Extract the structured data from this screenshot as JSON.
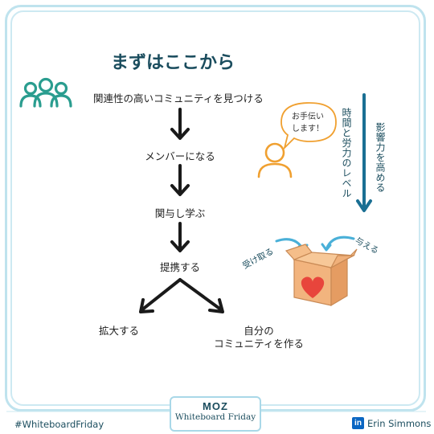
{
  "title": "まずはここから",
  "steps": {
    "find": "関連性の高いコミュニティを見つける",
    "member": "メンバーになる",
    "learn": "関与し学ぶ",
    "contribute": "提携する",
    "expand": "拡大する",
    "own_line1": "自分の",
    "own_line2": "コミュニティを作る"
  },
  "bubble": {
    "line1": "お手伝い",
    "line2": "します！"
  },
  "vertical": {
    "time_effort": "時間と労力のレベル",
    "influence": "影響力を高める"
  },
  "box": {
    "receive": "受け取る",
    "give": "与える"
  },
  "footer": {
    "hashtag": "#WhiteboardFriday",
    "author": "Erin Simmons",
    "linkedin": "in",
    "brand": "MOZ",
    "series": "Whiteboard Friday"
  },
  "icons": [
    "group-of-people-icon",
    "person-icon",
    "speech-bubble-icon",
    "box-heart-icon"
  ],
  "colors": {
    "accent": "#1b4d5e",
    "people_group": "#2a9d8f",
    "person": "#f0a030",
    "arrow_blue": "#1a6f93",
    "box": "#f0b07a",
    "heart": "#e8453c"
  }
}
